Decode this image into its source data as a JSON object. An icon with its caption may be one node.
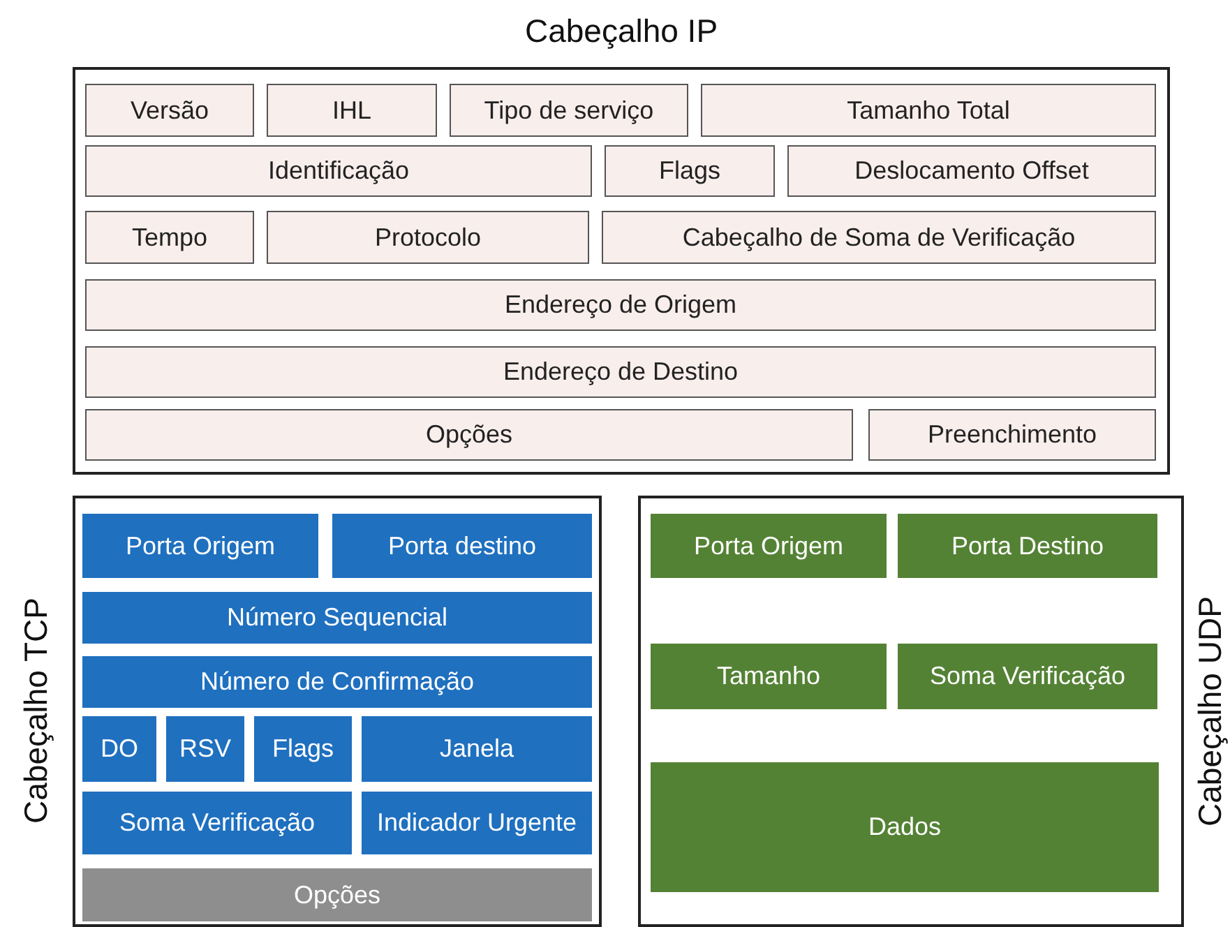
{
  "diagram": {
    "nodes": [
      {
        "text": [
          "Cabeçalho IP"
        ]
      },
      {
        "text": [
          "Versão"
        ],
        "in": 0
      },
      {
        "text": [
          "IHL"
        ],
        "in": 0
      },
      {
        "text": [
          "Tipo de serviço"
        ],
        "in": 0
      },
      {
        "text": [
          "Tamanho Total"
        ],
        "in": 0
      },
      {
        "text": [
          "Identificação"
        ],
        "in": 0
      },
      {
        "text": [
          "Flags"
        ],
        "in": 0
      },
      {
        "text": [
          "Deslocamento Offset"
        ],
        "in": 0
      },
      {
        "text": [
          "Tempo"
        ],
        "in": 0
      },
      {
        "text": [
          "Protocolo"
        ],
        "in": 0
      },
      {
        "text": [
          "Cabeçalho de Soma de Verificação"
        ],
        "in": 0
      },
      {
        "text": [
          "Endereço de Origem"
        ],
        "in": 0
      },
      {
        "text": [
          "Endereço de Destino"
        ],
        "in": 0
      },
      {
        "text": [
          "Opções"
        ],
        "in": 0
      },
      {
        "text": [
          "Preenchimento"
        ],
        "in": 0
      },
      {
        "text": [
          "Cabeçalho TCP"
        ]
      },
      {
        "text": [
          "Porta Origem"
        ],
        "in": 15
      },
      {
        "text": [
          "Porta destino"
        ],
        "in": 15
      },
      {
        "text": [
          "Número Sequencial"
        ],
        "in": 15
      },
      {
        "text": [
          "Número de Confirmação"
        ],
        "in": 15
      },
      {
        "text": [
          "DO"
        ],
        "in": 15
      },
      {
        "text": [
          "RSV"
        ],
        "in": 15
      },
      {
        "text": [
          "Flags"
        ],
        "in": 15
      },
      {
        "text": [
          "Janela"
        ],
        "in": 15
      },
      {
        "text": [
          "Soma Verificação"
        ],
        "in": 15
      },
      {
        "text": [
          "Indicador Urgente"
        ],
        "in": 15
      },
      {
        "text": [
          "Opções"
        ],
        "in": 15
      },
      {
        "text": [
          "Cabeçalho UDP"
        ]
      },
      {
        "text": [
          "Porta Origem"
        ],
        "in": 27
      },
      {
        "text": [
          "Porta Destino"
        ],
        "in": 27
      },
      {
        "text": [
          "Tamanho"
        ],
        "in": 27
      },
      {
        "text": [
          "Soma Verificação"
        ],
        "in": 27
      },
      {
        "text": [
          "Dados"
        ],
        "in": 27
      }
    ],
    "edges": []
  }
}
